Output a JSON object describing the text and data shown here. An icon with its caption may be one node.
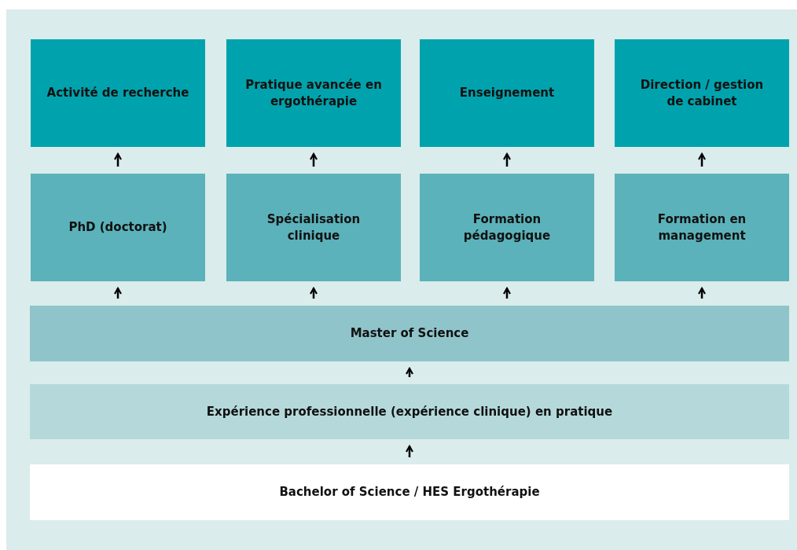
{
  "diagram": {
    "nodes": [
      {
        "text": [
          "Activité de recherche"
        ]
      },
      {
        "text": [
          "Pratique avancée en ergothérapie"
        ]
      },
      {
        "text": [
          "Enseignement"
        ]
      },
      {
        "text": [
          "Direction / gestion de cabinet"
        ]
      },
      {
        "text": [
          "PhD (doctorat)"
        ]
      },
      {
        "text": [
          "Spécialisation clinique"
        ]
      },
      {
        "text": [
          "Formation pédagogique"
        ]
      },
      {
        "text": [
          "Formation en management"
        ]
      },
      {
        "text": [
          "Master of Science"
        ]
      },
      {
        "text": [
          "Expérience professionnelle (expérience clinique) en pratique"
        ]
      },
      {
        "text": [
          "Bachelor of Science / HES Ergothérapie"
        ]
      }
    ],
    "edges": [
      {
        "from": 4,
        "to": 0,
        "arrow": "to"
      },
      {
        "from": 5,
        "to": 1,
        "arrow": "to"
      },
      {
        "from": 6,
        "to": 2,
        "arrow": "to"
      },
      {
        "from": 7,
        "to": 3,
        "arrow": "to"
      },
      {
        "from": 8,
        "to": 4,
        "arrow": "to"
      },
      {
        "from": 8,
        "to": 5,
        "arrow": "to"
      },
      {
        "from": 8,
        "to": 6,
        "arrow": "to"
      },
      {
        "from": 8,
        "to": 7,
        "arrow": "to"
      },
      {
        "from": 9,
        "to": 8,
        "arrow": "to"
      },
      {
        "from": 10,
        "to": 9,
        "arrow": "to"
      }
    ]
  }
}
